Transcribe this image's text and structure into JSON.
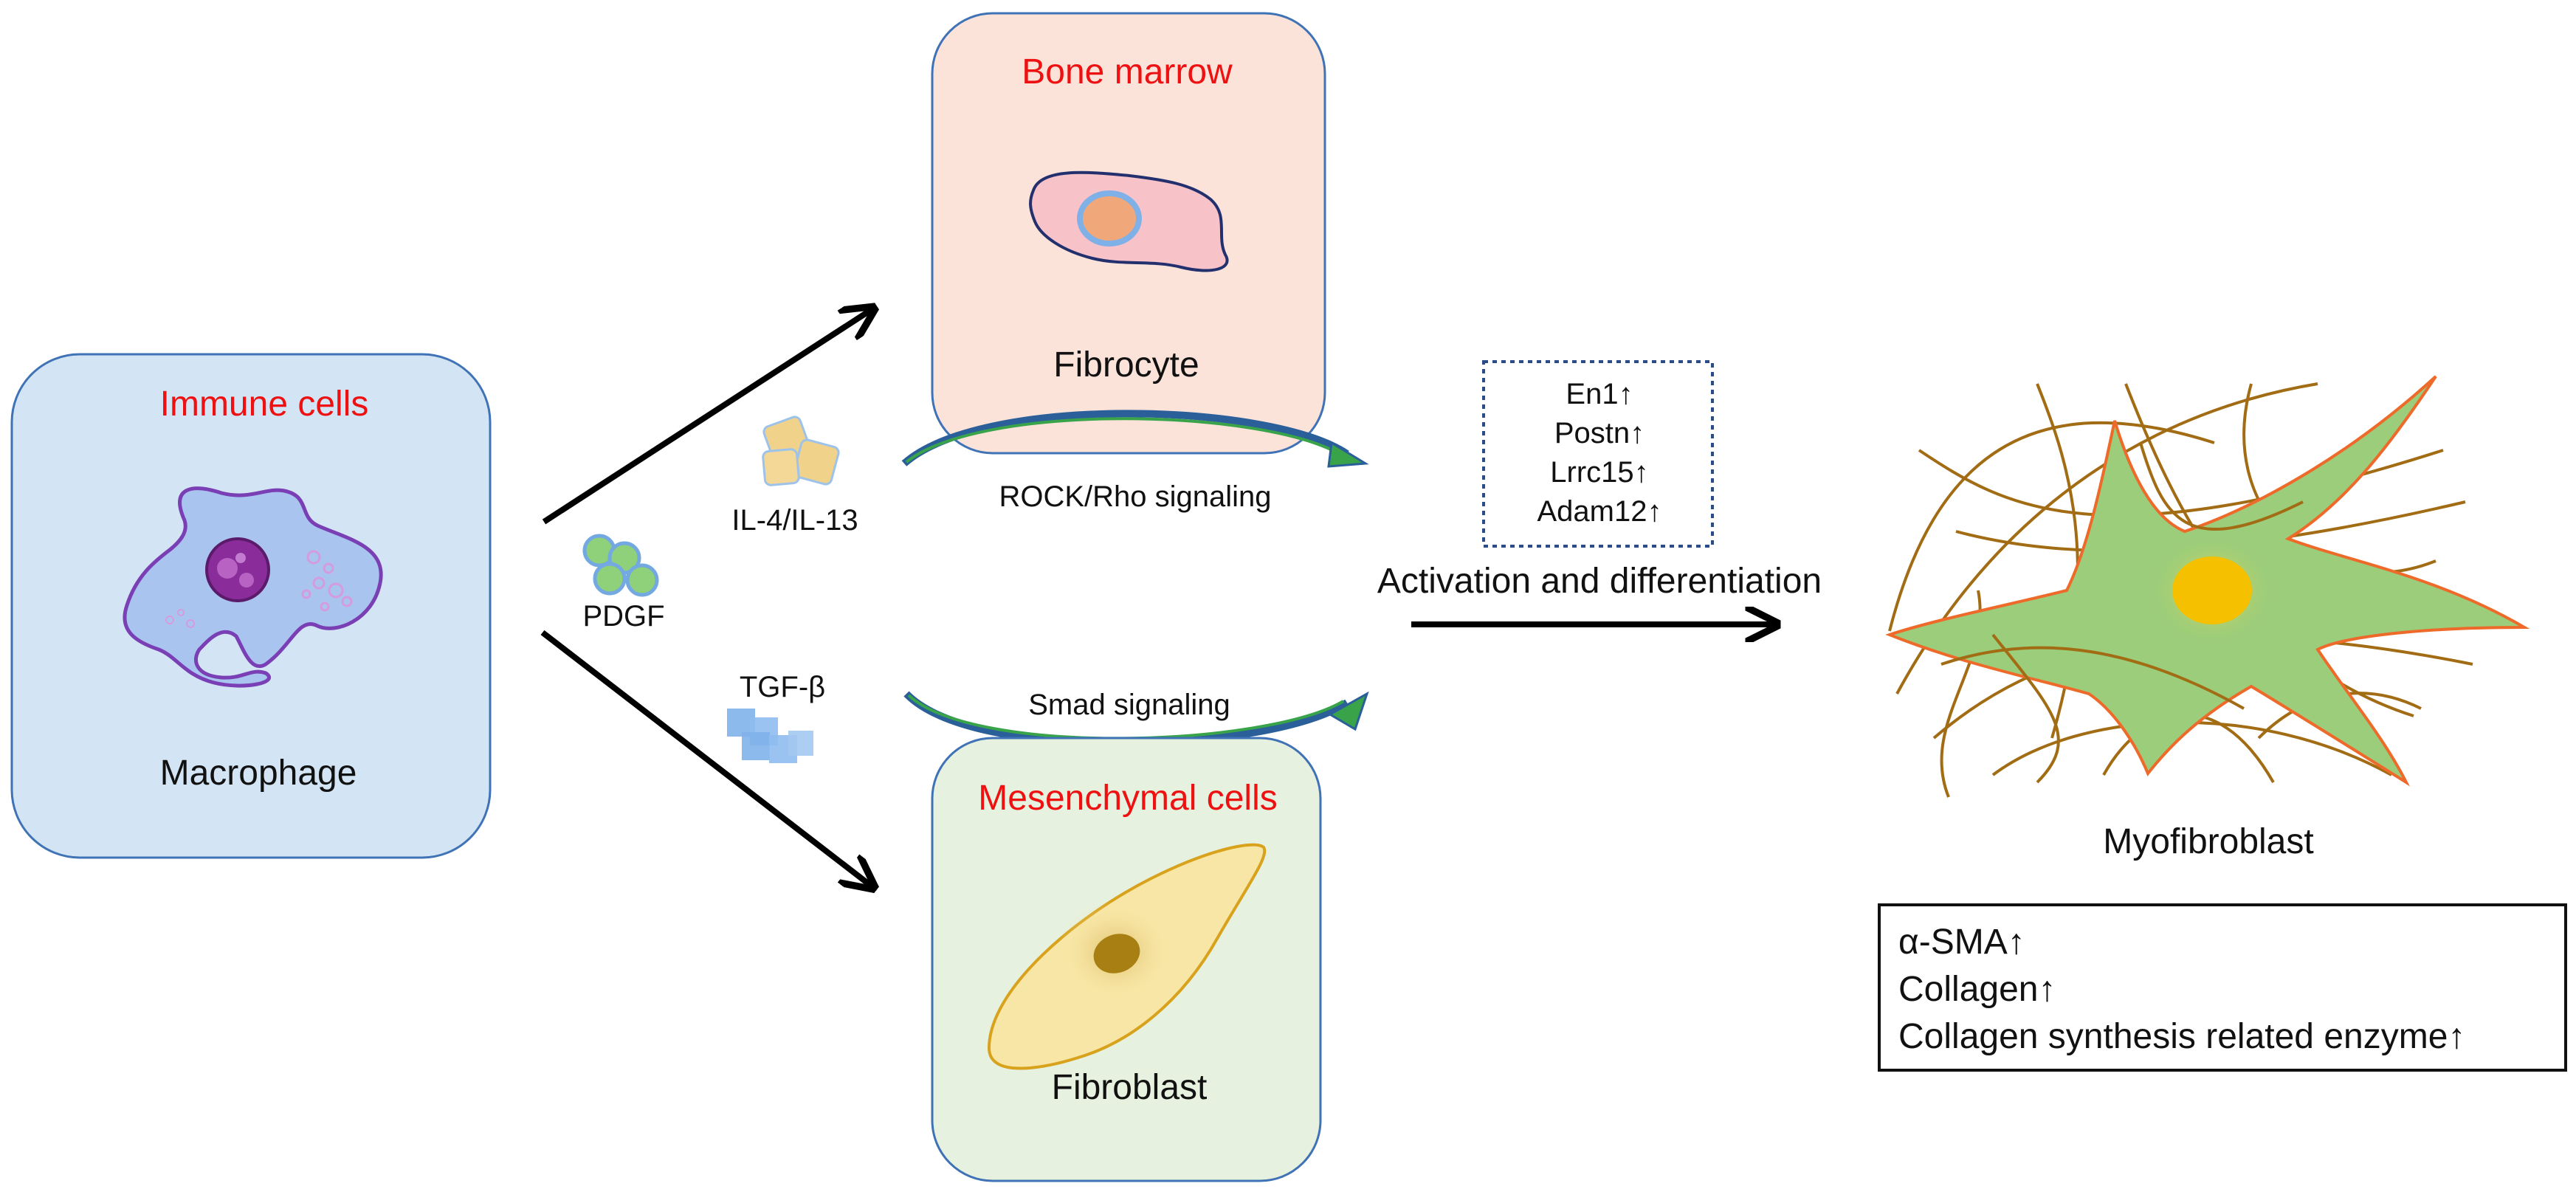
{
  "immune": {
    "heading": "Immune cells",
    "cell_label": "Macrophage",
    "heading_color": "#ee1111",
    "box_fill": "#d3e5f4",
    "box_stroke": "#3f73b6"
  },
  "bone_marrow": {
    "heading": "Bone marrow",
    "cell_label": "Fibrocyte",
    "heading_color": "#ee1111",
    "box_fill": "#fbe3da",
    "box_stroke": "#3f73b6"
  },
  "mesenchymal": {
    "heading": "Mesenchymal cells",
    "cell_label": "Fibroblast",
    "heading_color": "#ee1111",
    "box_fill": "#e6f1df",
    "box_stroke": "#3f73b6"
  },
  "factors": {
    "il": "IL-4/IL-13",
    "pdgf": "PDGF",
    "tgf": "TGF-β"
  },
  "signaling": {
    "rock": "ROCK/Rho signaling",
    "smad": "Smad signaling"
  },
  "genes": [
    "En1↑",
    "Postn↑",
    "Lrrc15↑",
    "Adam12↑"
  ],
  "process_label": "Activation and differentiation",
  "myofibroblast": {
    "label": "Myofibroblast",
    "markers": [
      "α-SMA↑",
      "Collagen↑",
      "Collagen synthesis related enzyme↑"
    ]
  },
  "icons": [
    "macrophage-icon",
    "fibrocyte-icon",
    "fibroblast-icon",
    "myofibroblast-icon",
    "il-cytokine-icon",
    "pdgf-cytokine-icon",
    "tgf-cytokine-icon"
  ]
}
